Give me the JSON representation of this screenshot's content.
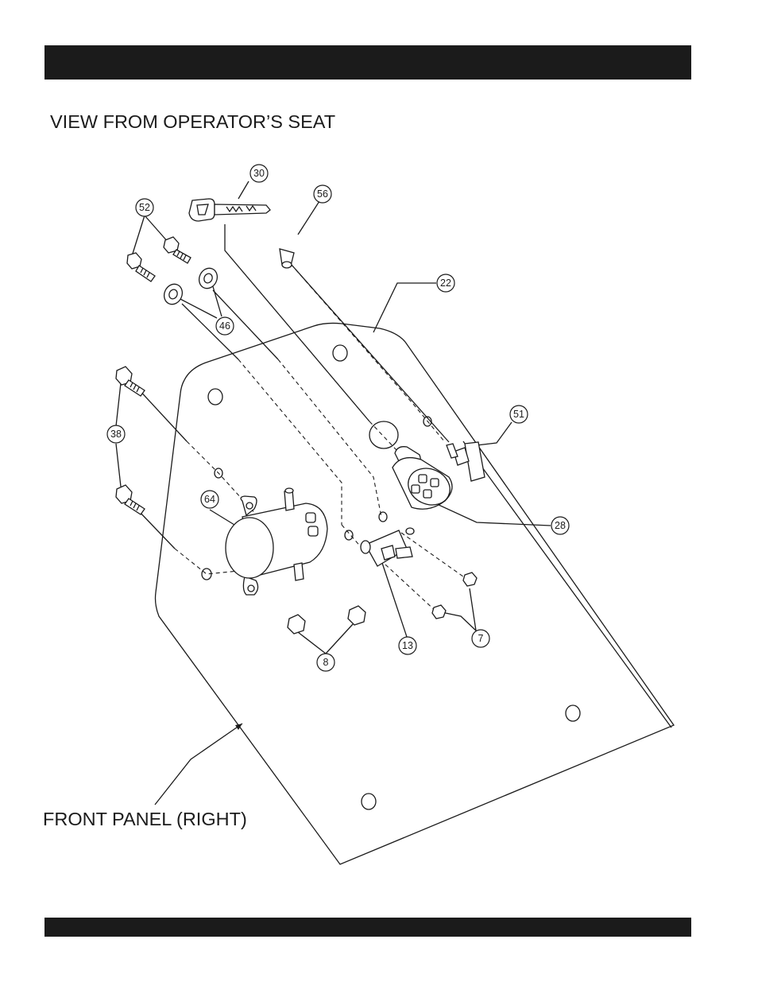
{
  "page": {
    "view_title": "VIEW FROM OPERATOR’S SEAT",
    "panel_label": "FRONT PANEL (RIGHT)"
  },
  "callouts": [
    {
      "id": "30",
      "part": "key"
    },
    {
      "id": "56",
      "part": "toggle-boot"
    },
    {
      "id": "52",
      "part": "bolts"
    },
    {
      "id": "22",
      "part": "front-panel"
    },
    {
      "id": "46",
      "part": "washers"
    },
    {
      "id": "51",
      "part": "toggle-switch"
    },
    {
      "id": "38",
      "part": "bolts"
    },
    {
      "id": "64",
      "part": "solenoid"
    },
    {
      "id": "28",
      "part": "ignition-switch"
    },
    {
      "id": "13",
      "part": "relay"
    },
    {
      "id": "7",
      "part": "nuts"
    },
    {
      "id": "8",
      "part": "nuts"
    }
  ],
  "colors": {
    "ink": "#1b1b1b",
    "paper": "#ffffff"
  }
}
